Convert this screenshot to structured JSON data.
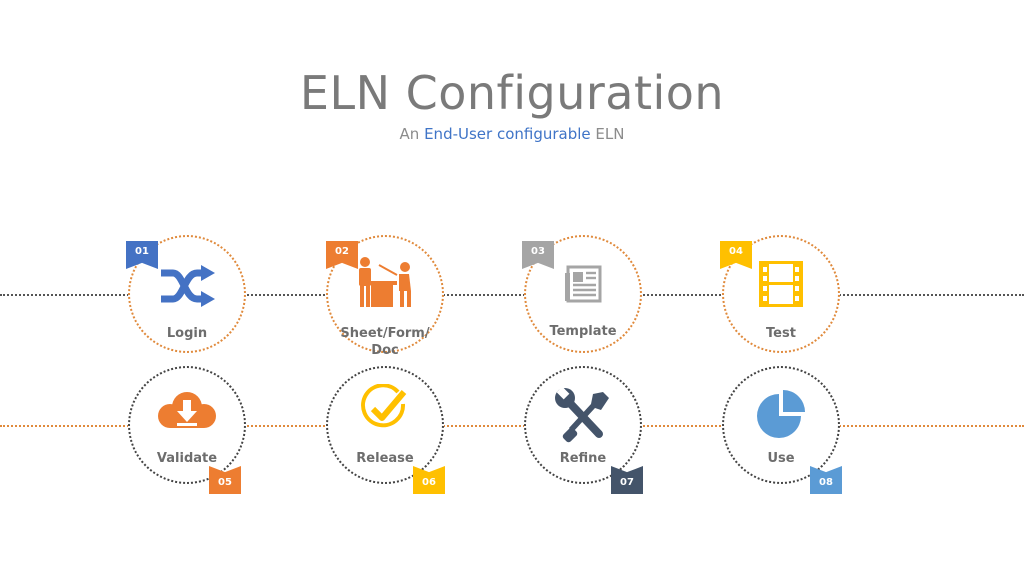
{
  "header": {
    "title": "ELN Configuration",
    "subtitle_pre": "An ",
    "subtitle_highlight": "End-User configurable",
    "subtitle_post": " ELN"
  },
  "colors": {
    "blue": "#4472c4",
    "orange": "#ed7d31",
    "gray": "#a5a5a5",
    "yellow": "#ffc000",
    "navy": "#44546a",
    "lightblue": "#5b9bd5"
  },
  "steps": [
    {
      "number": "01",
      "label": "Login",
      "icon": "shuffle-arrows-icon"
    },
    {
      "number": "02",
      "label": "Sheet/Form/ Doc",
      "icon": "presenter-desk-icon"
    },
    {
      "number": "03",
      "label": "Template",
      "icon": "newspaper-icon"
    },
    {
      "number": "04",
      "label": "Test",
      "icon": "film-strip-icon"
    },
    {
      "number": "05",
      "label": "Validate",
      "icon": "cloud-download-icon"
    },
    {
      "number": "06",
      "label": "Release",
      "icon": "check-circle-icon"
    },
    {
      "number": "07",
      "label": "Refine",
      "icon": "wrench-screwdriver-icon"
    },
    {
      "number": "08",
      "label": "Use",
      "icon": "pie-chart-icon"
    }
  ]
}
